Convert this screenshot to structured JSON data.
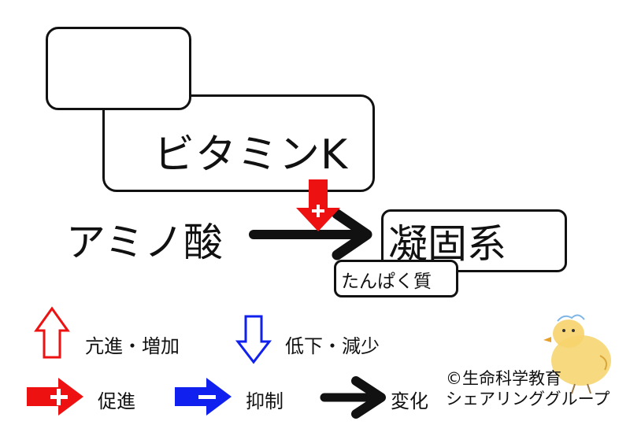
{
  "diagram": {
    "vitamin_k": "ビタミンK",
    "amino_acid": "アミノ酸",
    "coagulation": "凝固系",
    "protein": "たんぱく質"
  },
  "legend": {
    "increase": "亢進・増加",
    "decrease": "低下・減少",
    "promote": "促進",
    "inhibit": "抑制",
    "change": "変化"
  },
  "credit": {
    "line1": "©生命科学教育",
    "line2": "シェアリンググループ"
  },
  "colors": {
    "red": "#ee1111",
    "blue": "#1020ee",
    "black": "#111111"
  },
  "icons": [
    "up-arrow-icon",
    "down-arrow-icon",
    "plus-arrow-icon",
    "minus-arrow-icon",
    "change-arrow-icon",
    "chick-icon"
  ]
}
